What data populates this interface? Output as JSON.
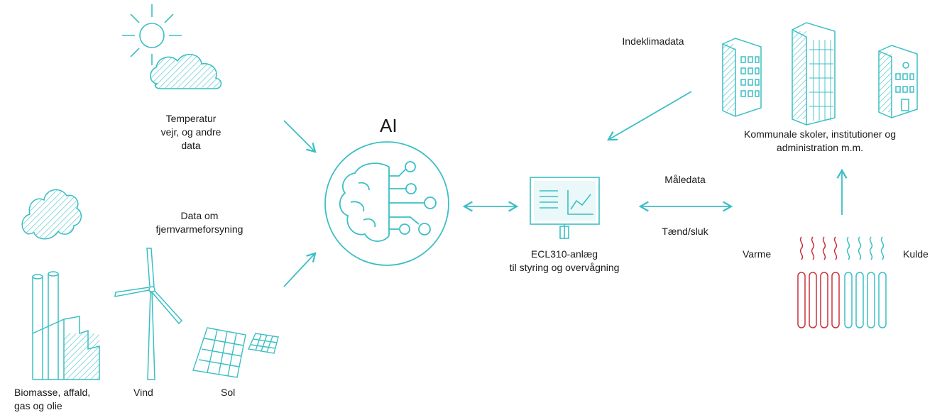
{
  "colors": {
    "teal": "#3bbfc4",
    "red": "#c8323c",
    "text": "#1a1a1a"
  },
  "labels": {
    "weather": "Temperatur\nvejr, og andre\ndata",
    "district_heating": "Data om\nfjernvarmeforsyning",
    "ai": "AI",
    "ecl": "ECL310-anlæg\ntil styring og overvågning",
    "indoor": "Indeklimadata",
    "buildings": "Kommunale skoler, institutioner og\nadministration m.m.",
    "meter": "Måledata",
    "onoff": "Tænd/sluk",
    "heat": "Varme",
    "cold": "Kulde",
    "biomass": "Biomasse, affald,\ngas og olie",
    "wind": "Vind",
    "solar": "Sol"
  },
  "icons": [
    "sun-icon",
    "cloud-icon",
    "factory-icon",
    "smoke-cloud-icon",
    "wind-turbine-icon",
    "solar-panel-icon",
    "ai-brain-icon",
    "monitor-icon",
    "buildings-icon",
    "radiator-icon"
  ]
}
